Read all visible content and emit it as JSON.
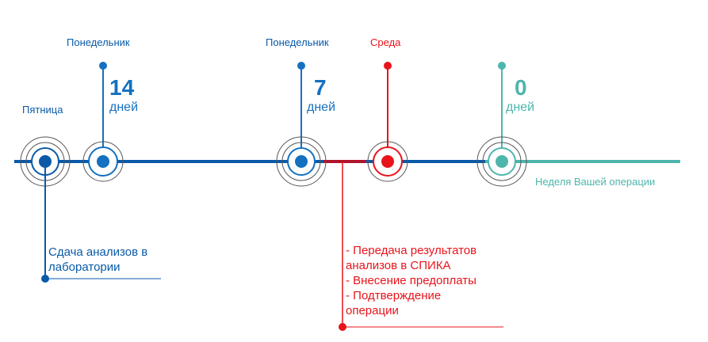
{
  "colors": {
    "blue_dark": "#0a5aa8",
    "blue": "#1470c0",
    "red": "#e8141c",
    "teal": "#4db6ac",
    "grey_ring": "#555555"
  },
  "milestones": [
    {
      "day": "Пятница"
    },
    {
      "day": "Понедельник",
      "number": "14",
      "unit": "дней"
    },
    {
      "day": "Понедельник",
      "number": "7",
      "unit": "дней"
    },
    {
      "day": "Среда"
    },
    {
      "number": "0",
      "unit": "дней",
      "caption": "Неделя Вашей операции"
    }
  ],
  "notes": {
    "friday": [
      "Сдача анализов в",
      "лаборатории"
    ],
    "monday7": [
      "- Передача результатов",
      "анализов в СПИКА",
      "- Внесение предоплаты",
      "- Подтверждение",
      "операции"
    ]
  }
}
